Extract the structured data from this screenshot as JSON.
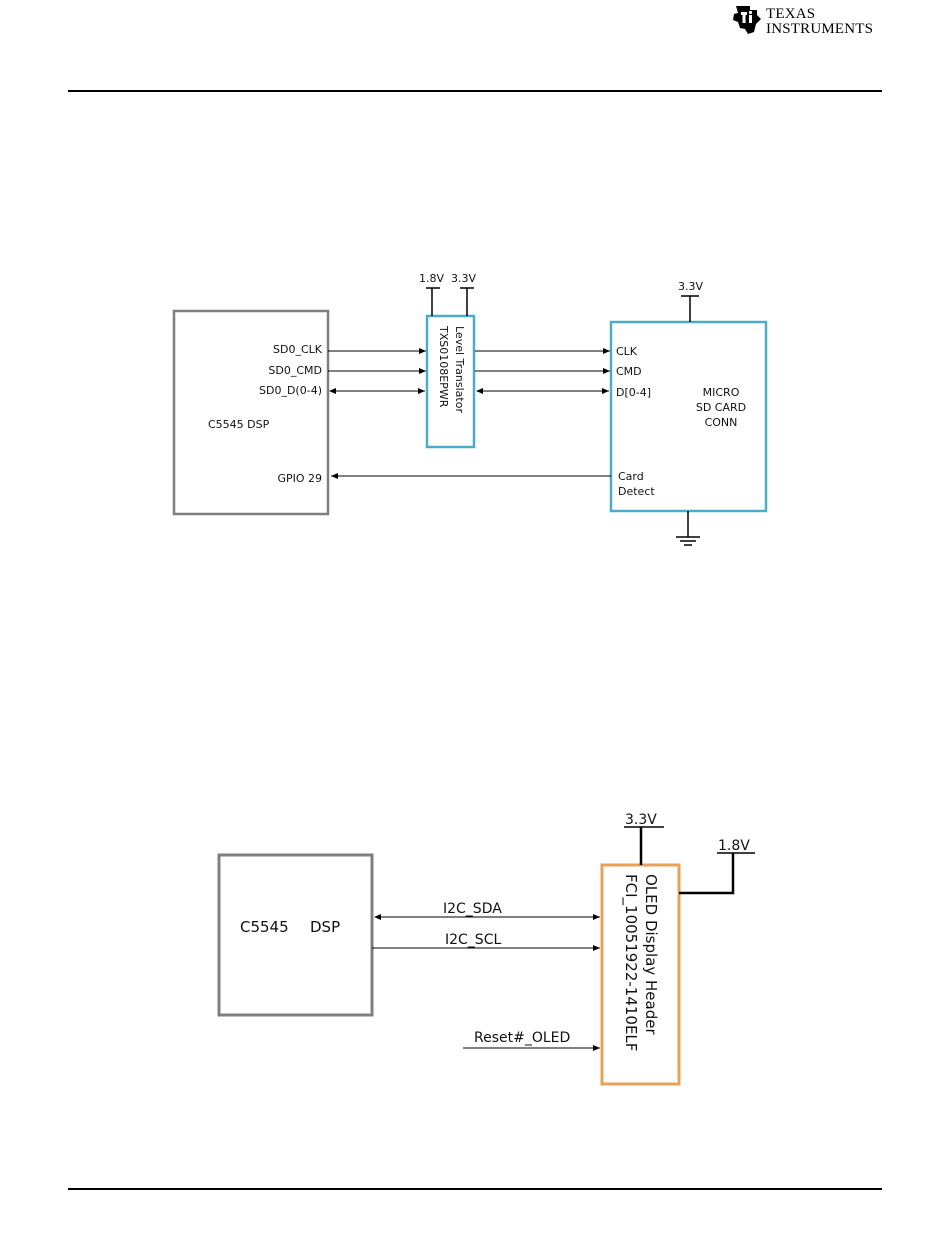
{
  "header": {
    "logo_line1": "TEXAS",
    "logo_line2": "INSTRUMENTS",
    "logo_icon": "ti-logo-icon"
  },
  "diagram1": {
    "dsp_label": "C5545 DSP",
    "dsp_pins": {
      "clk": "SD0_CLK",
      "cmd": "SD0_CMD",
      "data": "SD0_D(0-4)",
      "gpio": "GPIO 29"
    },
    "translator": {
      "line1": "Level Translator",
      "line2": "TXS0108EPWR",
      "rail_a": "1.8V",
      "rail_b": "3.3V"
    },
    "sdcard": {
      "rail": "3.3V",
      "pins": {
        "clk": "CLK",
        "cmd": "CMD",
        "data": "D[0-4]",
        "cd1": "Card",
        "cd2": "Detect"
      },
      "name1": "MICRO",
      "name2": "SD CARD",
      "name3": "CONN"
    },
    "colors": {
      "dsp": "#7f7f7f",
      "translator": "#4bacc6",
      "sdcard": "#4bacc6"
    }
  },
  "diagram2": {
    "dsp_label1": "C5545",
    "dsp_label2": "DSP",
    "signals": {
      "sda": "I2C_SDA",
      "scl": "I2C_SCL",
      "reset": "Reset#_OLED"
    },
    "header": {
      "line1": "OLED Display Header",
      "line2": "FCI_10051922-1410ELF",
      "rail_a": "3.3V",
      "rail_b": "1.8V"
    },
    "colors": {
      "dsp": "#7f7f7f",
      "header": "#e8a158"
    }
  }
}
